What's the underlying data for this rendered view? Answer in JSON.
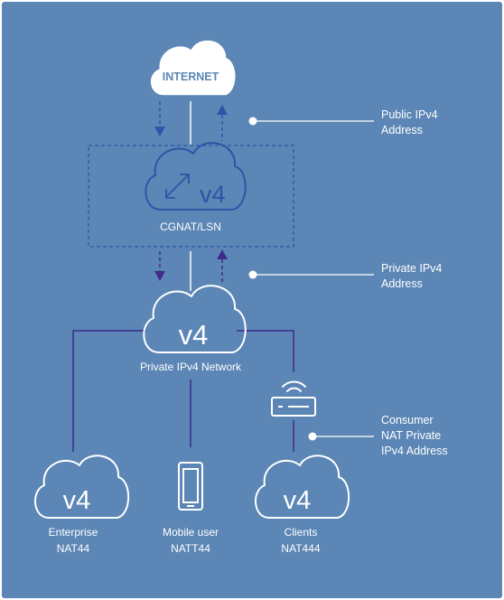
{
  "colors": {
    "background": "#5b86b5",
    "cloud_stroke": "#ffffff",
    "cgnat_accent": "#2a56a8",
    "link_purple": "#3d2c8a",
    "arrow_blue": "#2a56a8",
    "text": "#ffffff"
  },
  "internet": {
    "label": "INTERNET"
  },
  "cgnat": {
    "cloud_text": "v4",
    "label": "CGNAT/LSN"
  },
  "private_network": {
    "cloud_text": "v4",
    "label": "Private IPv4 Network"
  },
  "annotations": [
    {
      "lines": [
        "Public IPv4",
        "Address"
      ]
    },
    {
      "lines": [
        "Private IPv4",
        "Address"
      ]
    },
    {
      "lines": [
        "Consumer",
        "NAT Private",
        "IPv4 Address"
      ]
    }
  ],
  "endpoints": [
    {
      "icon": "cloud-icon",
      "cloud_text": "v4",
      "lines": [
        "Enterprise",
        "NAT44"
      ]
    },
    {
      "icon": "mobile-phone-icon",
      "cloud_text": "",
      "lines": [
        "Mobile user",
        "NATT44"
      ]
    },
    {
      "icon": "cloud-icon",
      "cloud_text": "v4",
      "lines": [
        "Clients",
        "NAT444"
      ]
    }
  ],
  "router": {
    "icon": "wifi-router-icon"
  }
}
